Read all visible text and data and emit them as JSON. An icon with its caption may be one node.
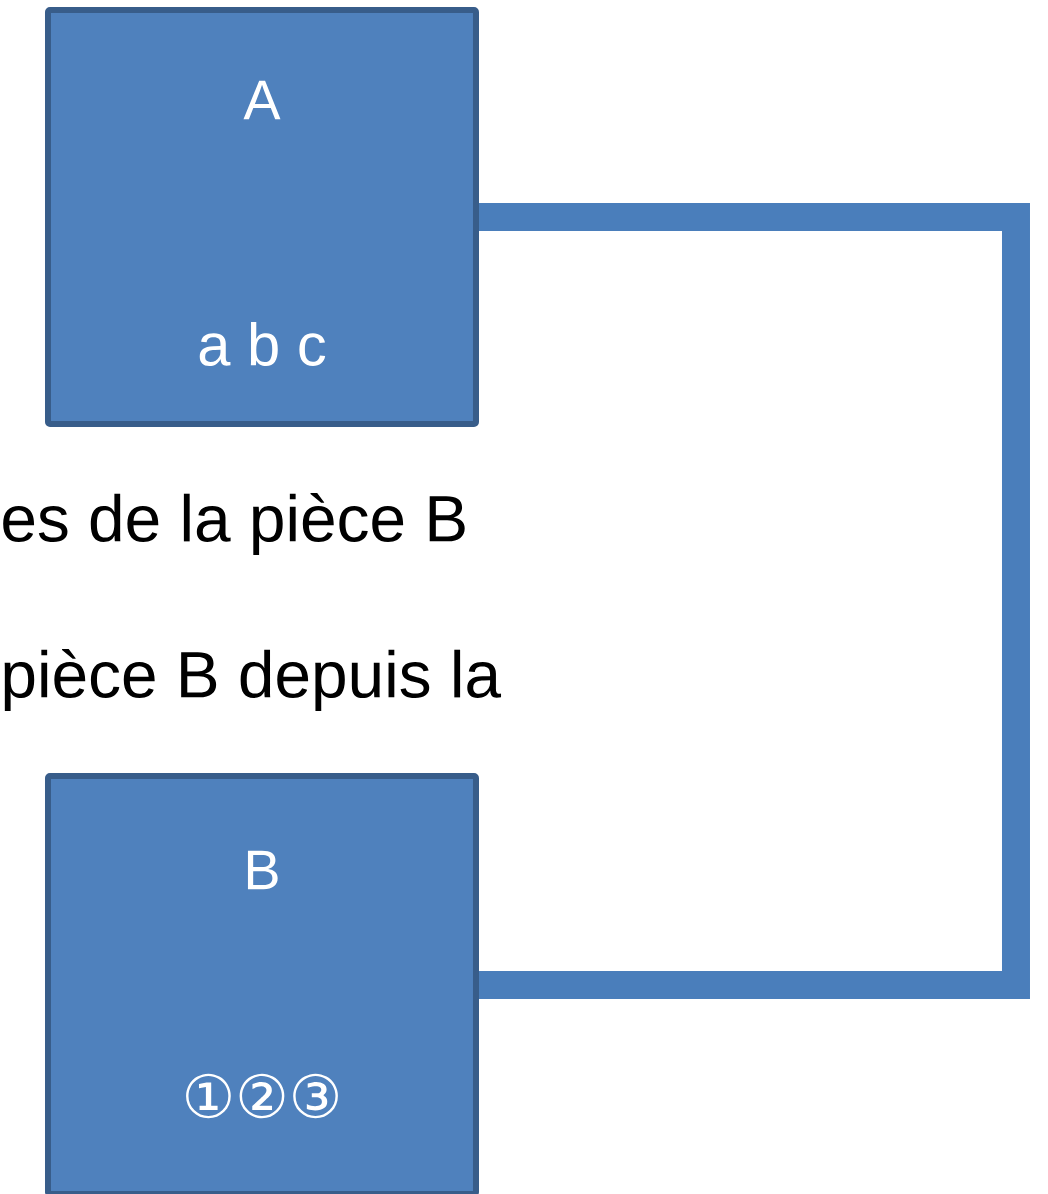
{
  "diagram": {
    "nodes": [
      {
        "text": [
          "A",
          "a  b  c"
        ]
      },
      {
        "text": [
          "B",
          "①②③"
        ]
      }
    ],
    "edges": [
      {
        "from": 0,
        "to": 1,
        "arrow": "none"
      }
    ],
    "labels": [
      "es de la pièce B",
      "pièce B depuis la"
    ]
  }
}
